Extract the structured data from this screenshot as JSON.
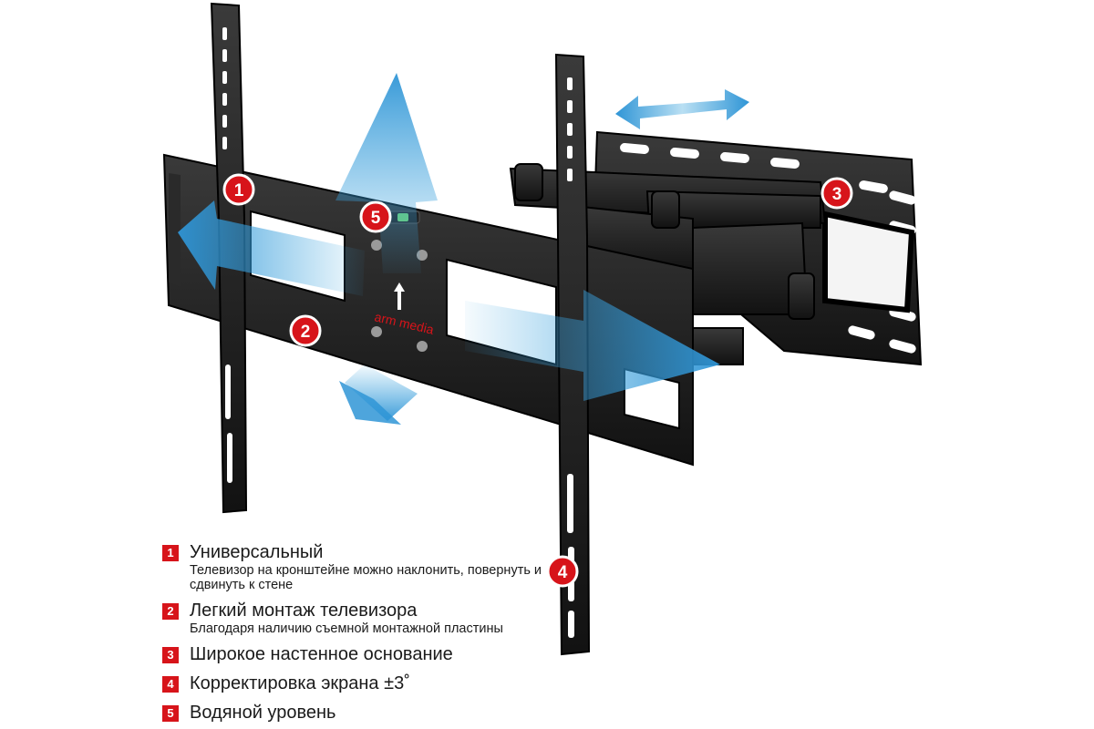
{
  "brand": {
    "logo_text": "arm media",
    "accent": "#d7141a",
    "arrow": "#3fa7e0"
  },
  "markers": [
    {
      "number": "1"
    },
    {
      "number": "2"
    },
    {
      "number": "3"
    },
    {
      "number": "4"
    },
    {
      "number": "5"
    }
  ],
  "features": [
    {
      "number": "1",
      "title": "Универсальный",
      "desc": "Телевизор на кронштейне можно наклонить, повернуть и сдвинуть к стене"
    },
    {
      "number": "2",
      "title": "Легкий монтаж телевизора",
      "desc": "Благодаря наличию съемной монтажной пластины"
    },
    {
      "number": "3",
      "title": "Широкое настенное основание",
      "desc": ""
    },
    {
      "number": "4",
      "title": "Корректировка экрана ±3˚",
      "desc": ""
    },
    {
      "number": "5",
      "title": "Водяной уровень",
      "desc": ""
    }
  ]
}
